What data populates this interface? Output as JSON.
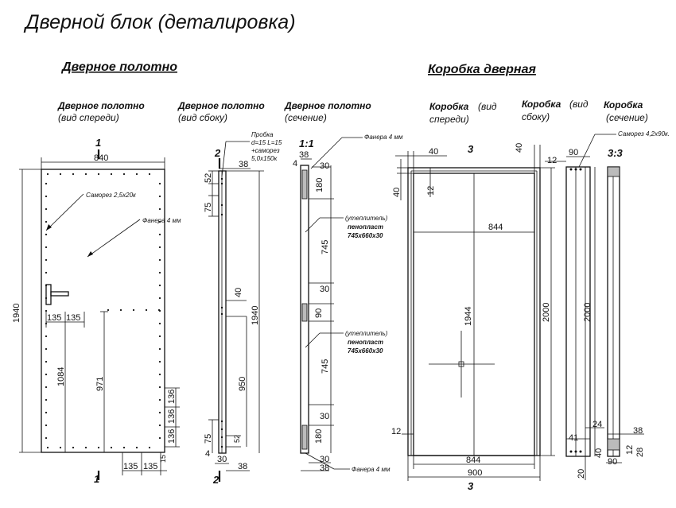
{
  "title": "Дверной блок (деталировка)",
  "sections": {
    "door_leaf": "Дверное полотно",
    "frame": "Коробка дверная"
  },
  "views": {
    "leaf_front": {
      "bold": "Дверное полотно",
      "sub": "(вид спереди)"
    },
    "leaf_side": {
      "bold": "Дверное полотно",
      "sub": "(вид сбоку)"
    },
    "leaf_section": {
      "bold": "Дверное полотно",
      "sub": "(сечение)"
    },
    "frame_front": {
      "bold": "Коробка",
      "sub1": "(вид",
      "sub2": "спереди)"
    },
    "frame_side": {
      "bold": "Коробка",
      "sub1": "(вид",
      "sub2": "сбоку)"
    },
    "frame_section": {
      "bold": "Коробка",
      "sub": "(сечение)"
    }
  },
  "cut_marks": {
    "one": "1",
    "one_one": "1:1",
    "two": "2",
    "three": "3",
    "three_three": "3:3"
  },
  "notes": {
    "screw_25": "Саморез 2,5х20к",
    "plywood": "Фанера 4 мм",
    "plug_1": "Пробка",
    "plug_2": "d=15 L=15",
    "plug_3": "+саморез",
    "plug_4": "5,0х150к",
    "insulation_1": "(утеплитель)",
    "insulation_2": "пенопласт",
    "insulation_3": "745х660х30",
    "screw_42": "Саморез 4,2х90к."
  },
  "dims": {
    "leaf_width": "840",
    "leaf_height": "1940",
    "handle_left": "135",
    "handle_right": "135",
    "handle_height": "1084",
    "mid_height": "971",
    "bottom_a": "136",
    "bottom_b": "136",
    "bottom_c": "136",
    "bottom_w1": "135",
    "bottom_w2": "135",
    "bottom_small": "15",
    "side_52_top": "52",
    "side_38_top": "38",
    "side_75_top": "75",
    "side_40": "40",
    "side_1940": "1940",
    "side_950": "950",
    "side_52_bot": "52",
    "side_75_bot": "75",
    "side_4": "4",
    "side_30_bot": "30",
    "side_38_bot": "38",
    "sec_38_top": "38",
    "sec_4_top": "4",
    "sec_30_top": "30",
    "sec_180_top": "180",
    "sec_745_top": "745",
    "sec_30_mid": "30",
    "sec_90": "90",
    "sec_745_bot": "745",
    "sec_30_low": "30",
    "sec_180_bot": "180",
    "sec_30_bot": "30",
    "sec_38_bot": "38",
    "fr_40_left": "40",
    "fr_40_right": "40",
    "fr_40_side": "40",
    "fr_12_top": "12",
    "fr_844_inner": "844",
    "fr_1944": "1944",
    "fr_2000": "2000",
    "fr_12_bot": "12",
    "fr_844_bot": "844",
    "fr_900": "900",
    "fs_90": "90",
    "fs_12": "12",
    "fs_2000": "2000",
    "fs_24": "24",
    "fs_41": "41",
    "fs_40": "40",
    "fs_20": "20",
    "fs_38": "38",
    "fs_12b": "12",
    "fs_28": "28",
    "fs_90b": "90"
  }
}
